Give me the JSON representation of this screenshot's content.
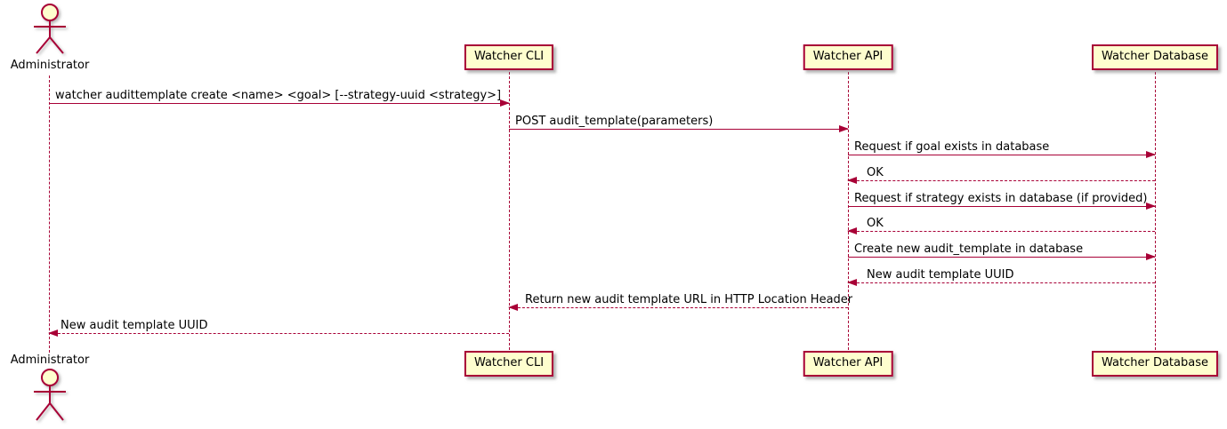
{
  "colors": {
    "line": "#A80036",
    "participant_fill": "#FEFECE",
    "text": "#000000"
  },
  "actor": {
    "label": "Administrator"
  },
  "participants": [
    {
      "label": "Watcher CLI"
    },
    {
      "label": "Watcher API"
    },
    {
      "label": "Watcher Database"
    }
  ],
  "messages": [
    {
      "from": "Administrator",
      "to": "Watcher CLI",
      "style": "solid",
      "text": "watcher audittemplate create <name> <goal> [--strategy-uuid <strategy>]"
    },
    {
      "from": "Watcher CLI",
      "to": "Watcher API",
      "style": "solid",
      "text": "POST audit_template(parameters)"
    },
    {
      "from": "Watcher API",
      "to": "Watcher Database",
      "style": "solid",
      "text": "Request if goal exists in database"
    },
    {
      "from": "Watcher Database",
      "to": "Watcher API",
      "style": "dashed",
      "text": "OK"
    },
    {
      "from": "Watcher API",
      "to": "Watcher Database",
      "style": "solid",
      "text": "Request if strategy exists in database (if provided)"
    },
    {
      "from": "Watcher Database",
      "to": "Watcher API",
      "style": "dashed",
      "text": "OK"
    },
    {
      "from": "Watcher API",
      "to": "Watcher Database",
      "style": "solid",
      "text": "Create new audit_template in database"
    },
    {
      "from": "Watcher Database",
      "to": "Watcher API",
      "style": "dashed",
      "text": "New audit template UUID"
    },
    {
      "from": "Watcher API",
      "to": "Watcher CLI",
      "style": "dashed",
      "text": "Return new audit template URL in HTTP Location Header"
    },
    {
      "from": "Watcher CLI",
      "to": "Administrator",
      "style": "dashed",
      "text": "New audit template UUID"
    }
  ]
}
